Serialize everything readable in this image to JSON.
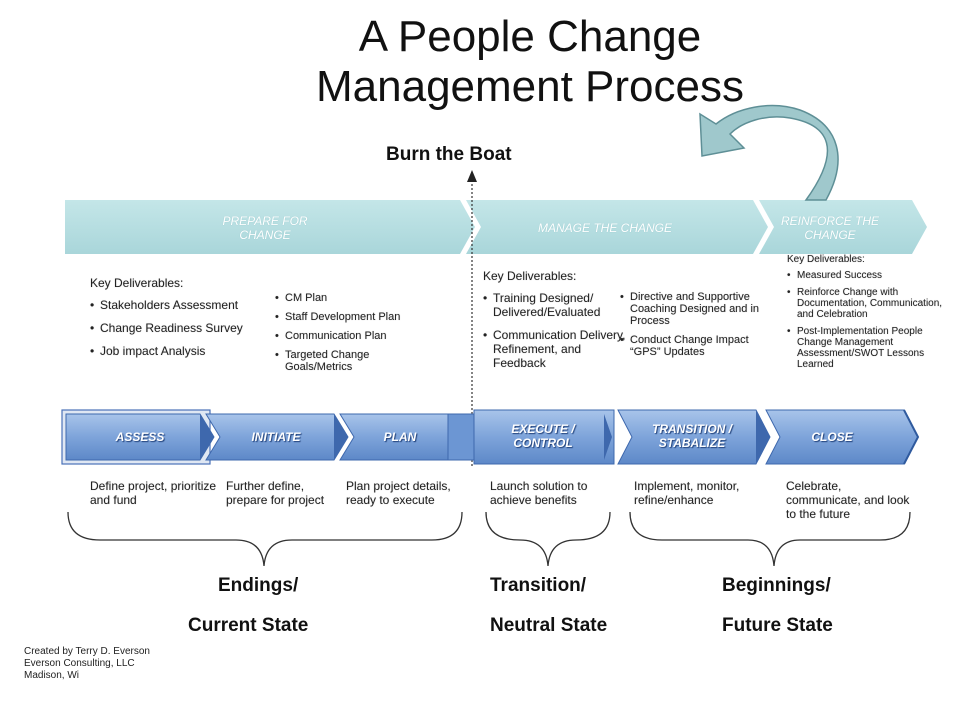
{
  "title": {
    "line1": "A People Change",
    "line2": "Management Process"
  },
  "milestone": "Burn the Boat",
  "phases": [
    {
      "label_line1": "PREPARE FOR",
      "label_line2": "CHANGE"
    },
    {
      "label_line1": "MANAGE THE CHANGE",
      "label_line2": ""
    },
    {
      "label_line1": "REINFORCE THE",
      "label_line2": "CHANGE"
    }
  ],
  "deliverables": {
    "assess": {
      "heading": "Key Deliverables:",
      "items": [
        "Stakeholders Assessment",
        "Change Readiness Survey",
        "Job impact Analysis"
      ]
    },
    "plan": {
      "items": [
        "CM Plan",
        "Staff Development Plan",
        "Communication Plan",
        "Targeted Change Goals/Metrics"
      ]
    },
    "execute": {
      "heading": "Key Deliverables:",
      "items": [
        "Training Designed/ Delivered/Evaluated",
        "Communication Delivery, Refinement, and Feedback"
      ]
    },
    "transition": {
      "items": [
        "Directive and Supportive Coaching Designed and in Process",
        "Conduct Change Impact “GPS” Updates"
      ]
    },
    "close": {
      "heading": "Key Deliverables:",
      "items": [
        "Measured Success",
        "Reinforce Change with Documentation, Communication, and Celebration",
        "Post-Implementation People Change Management Assessment/SWOT Lessons Learned"
      ]
    }
  },
  "steps": [
    {
      "line1": "ASSESS",
      "line2": "",
      "desc": "Define project, prioritize and fund"
    },
    {
      "line1": "INITIATE",
      "line2": "",
      "desc": "Further define, prepare for project"
    },
    {
      "line1": "PLAN",
      "line2": "",
      "desc": "Plan project details, ready to execute"
    },
    {
      "line1": "EXECUTE /",
      "line2": "CONTROL",
      "desc": "Launch solution to achieve benefits"
    },
    {
      "line1": "TRANSITION /",
      "line2": "STABALIZE",
      "desc": "Implement, monitor, refine/enhance"
    },
    {
      "line1": "CLOSE",
      "line2": "",
      "desc": "Celebrate, communicate, and look to the future"
    }
  ],
  "states": [
    {
      "line1": "Endings/",
      "line2": "Current State"
    },
    {
      "line1": "Transition/",
      "line2": "Neutral State"
    },
    {
      "line1": "Beginnings/",
      "line2": "Future State"
    }
  ],
  "credit": {
    "line1": "Created by Terry D. Everson",
    "line2": "Everson Consulting, LLC",
    "line3": "Madison, Wi"
  },
  "colors": {
    "phase_band": "#b4dde0",
    "step_fill": "#7fa7dc",
    "step_dark": "#4a78c0",
    "cycle_arrow": "#9fc8cc"
  }
}
